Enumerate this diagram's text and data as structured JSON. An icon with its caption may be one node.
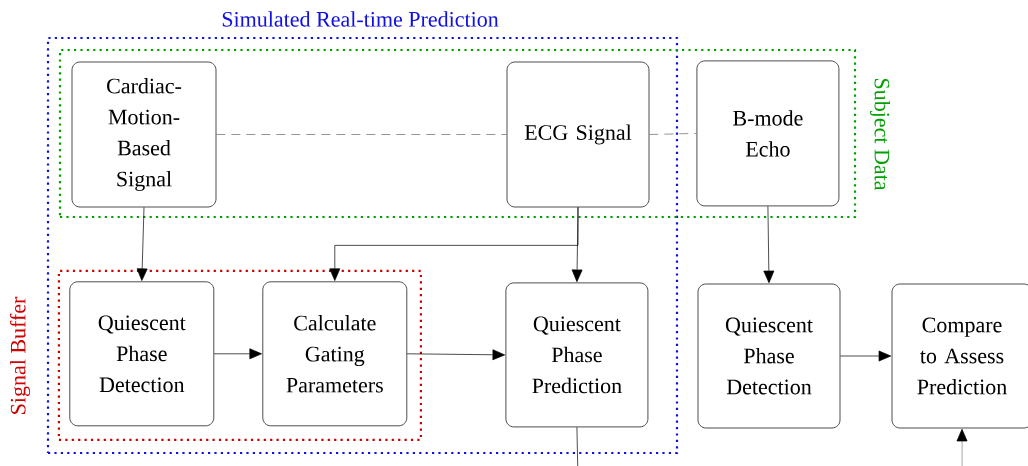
{
  "diagram": {
    "nodes": [
      {
        "text": [
          "Simulated Real-time Prediction"
        ]
      },
      {
        "text": [
          "Subject Data"
        ]
      },
      {
        "text": [
          "Signal Buffer"
        ],
        "in": 0
      },
      {
        "text": [
          "Cardiac-Motion-Based Signal"
        ]
      },
      {
        "text": [
          "ECG Signal"
        ]
      },
      {
        "text": [
          "B-mode Echo"
        ],
        "in": 1
      },
      {
        "text": [
          "Quiescent Phase Detection"
        ],
        "in": 2
      },
      {
        "text": [
          "Calculate Gating Parameters"
        ],
        "in": 2
      },
      {
        "text": [
          "Quiescent Phase Prediction"
        ],
        "in": 0
      },
      {
        "text": [
          "Quiescent Phase Detection"
        ]
      },
      {
        "text": [
          "Compare to Assess Prediction"
        ]
      }
    ],
    "edges": [
      {
        "from": 3,
        "to": 4,
        "arrow": "none",
        "style": "dashed",
        "color": "#666666"
      },
      {
        "from": 4,
        "to": 5,
        "arrow": "none",
        "style": "dashed",
        "color": "#666666"
      },
      {
        "from": 3,
        "to": 6,
        "arrow": "to"
      },
      {
        "from": 4,
        "to": 7,
        "arrow": "to"
      },
      {
        "from": 4,
        "to": 8,
        "arrow": "to"
      },
      {
        "from": 6,
        "to": 7,
        "arrow": "to"
      },
      {
        "from": 7,
        "to": 8,
        "arrow": "to"
      },
      {
        "from": 5,
        "to": 9,
        "arrow": "to"
      },
      {
        "from": 9,
        "to": 10,
        "arrow": "to"
      },
      {
        "from": 8,
        "to": null,
        "arrow": "none"
      },
      {
        "from": null,
        "to": 10,
        "arrow": "to"
      }
    ]
  }
}
